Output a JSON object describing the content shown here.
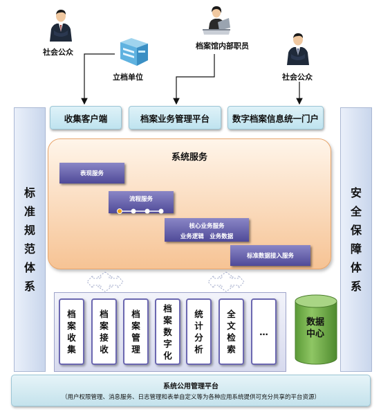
{
  "actors": {
    "public_left": "社会公众",
    "filing_unit": "立档单位",
    "archive_staff": "档案馆内部职员",
    "public_right": "社会公众"
  },
  "top_boxes": [
    "收集客户端",
    "档案业务管理平台",
    "数字档案信息统一门户"
  ],
  "left_pillar": [
    "标",
    "准",
    "规",
    "范",
    "体",
    "系"
  ],
  "right_pillar": [
    "安",
    "全",
    "保",
    "障",
    "体",
    "系"
  ],
  "services": {
    "title": "系统服务",
    "presentation": "表现服务",
    "process": "流程服务",
    "core": "核心业务服务",
    "core_sub": "业务逻辑　业务数据",
    "access": "标准数据接入服务"
  },
  "modules": [
    [
      "档",
      "案",
      "收",
      "集"
    ],
    [
      "档",
      "案",
      "接",
      "收"
    ],
    [
      "档",
      "案",
      "管",
      "理"
    ],
    [
      "档",
      "案",
      "数",
      "字",
      "化"
    ],
    [
      "统",
      "计",
      "分",
      "析"
    ],
    [
      "全",
      "文",
      "检",
      "索"
    ],
    [
      "…"
    ]
  ],
  "data_center": {
    "line1": "数据",
    "line2": "中心"
  },
  "platform": {
    "title": "系统公用管理平台",
    "subtitle": "（用户权限管理、消息服务、日志管理和表单自定义等为各种应用系统提供可充分共享的平台资源）"
  },
  "colors": {
    "service_box": "#5a55a0",
    "services_panel": "#f6c394",
    "module_border": "#6b67b0",
    "data_center": "#6aa843",
    "top_box": "#c8e7f1",
    "pillar": "#d6e0f0"
  }
}
